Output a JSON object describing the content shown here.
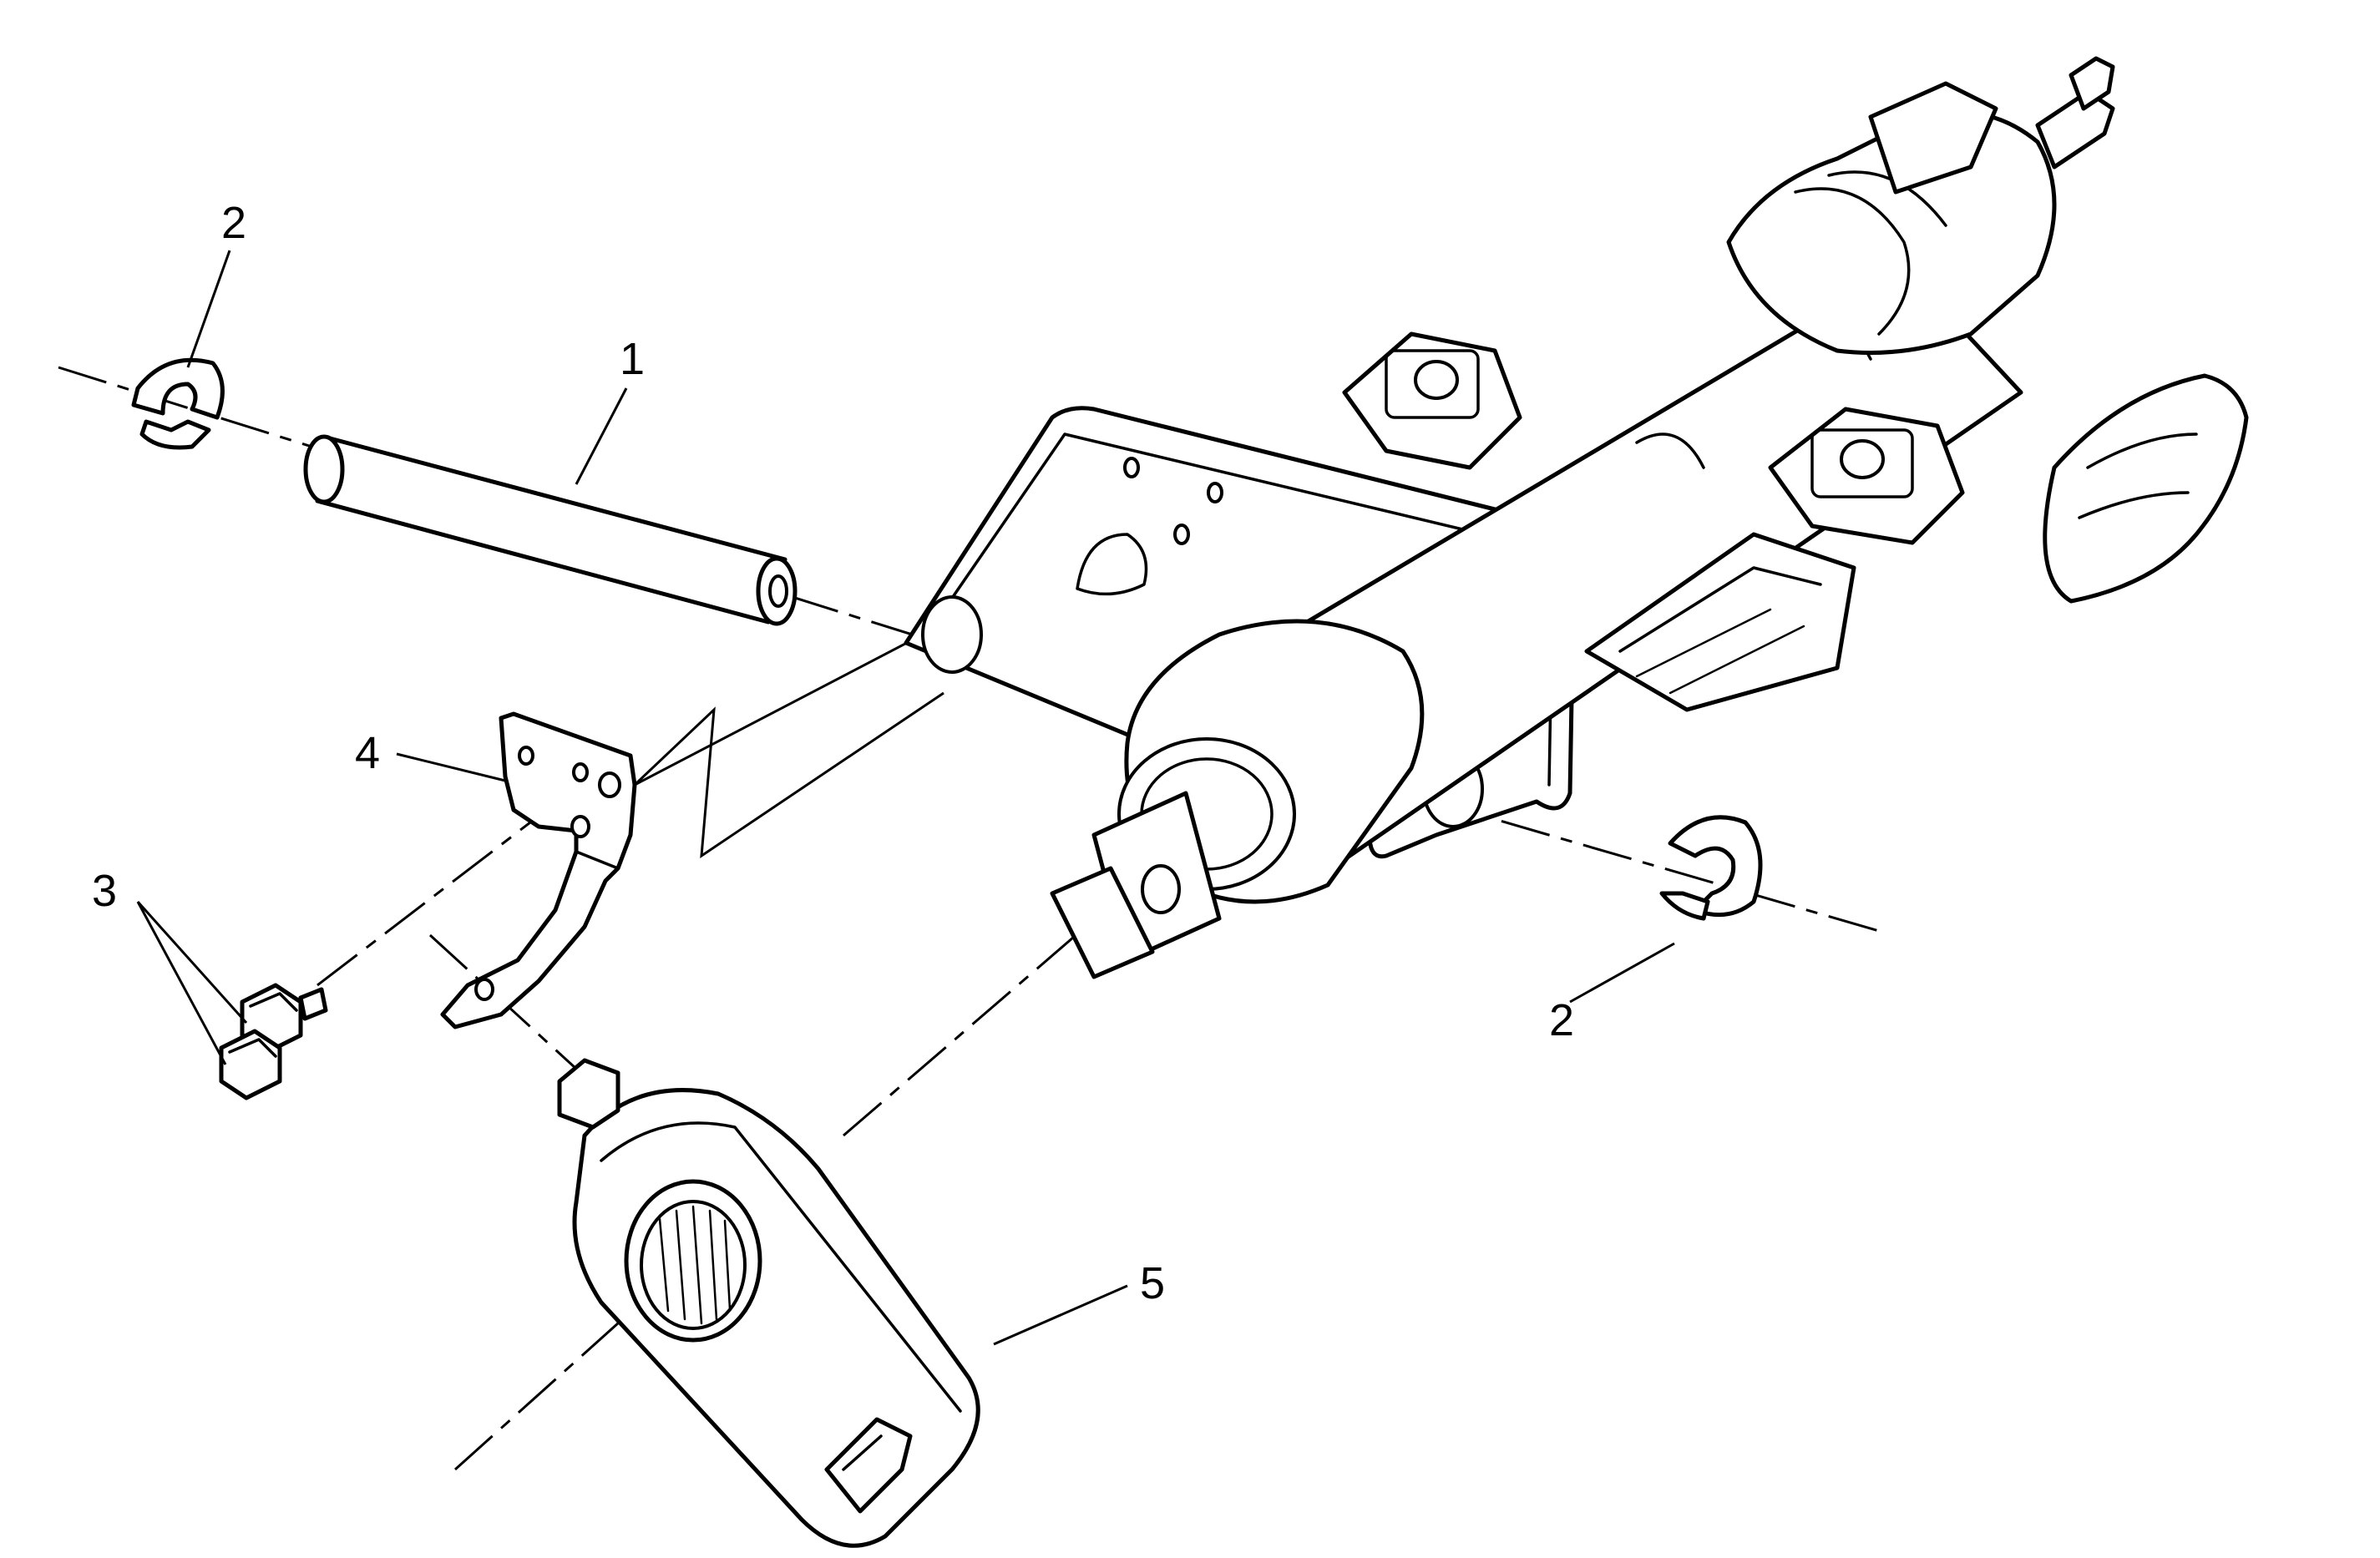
{
  "callouts": [
    {
      "id": "lbl-1",
      "text": "1"
    },
    {
      "id": "lbl-2a",
      "text": "2"
    },
    {
      "id": "lbl-2b",
      "text": "2"
    },
    {
      "id": "lbl-3",
      "text": "3"
    },
    {
      "id": "lbl-4",
      "text": "4"
    },
    {
      "id": "lbl-5",
      "text": "5"
    }
  ],
  "parts": [
    {
      "callout": "1",
      "name": "shaft-tube"
    },
    {
      "callout": "2",
      "name": "retaining-clip"
    },
    {
      "callout": "3",
      "name": "bolts"
    },
    {
      "callout": "4",
      "name": "bracket"
    },
    {
      "callout": "5",
      "name": "steering-angle-sensor"
    }
  ]
}
